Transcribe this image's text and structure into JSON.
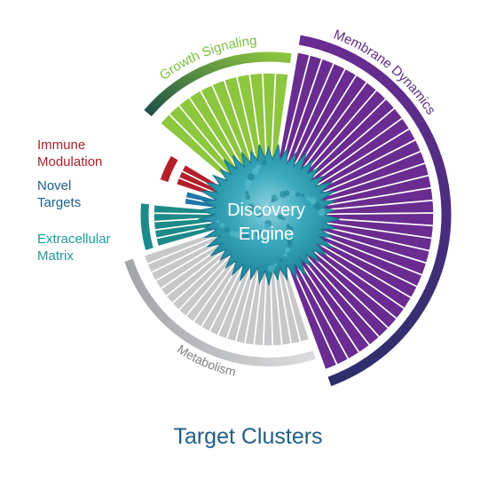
{
  "diagram": {
    "center_lines": [
      "Discovery",
      "Engine"
    ],
    "caption": "Target Clusters",
    "clusters": [
      {
        "name": "Growth Signaling",
        "lines": [
          "Growth Signaling"
        ],
        "color": "#8dc63f",
        "arc_color": "#1f5d4a",
        "arc_color_end": "#8dc63f",
        "count": 11,
        "label_color": "#7cbf3a"
      },
      {
        "name": "Membrane Dynamics",
        "lines": [
          "Membrane Dynamics"
        ],
        "color": "#6a2c91",
        "arc_color": "#6a2c91",
        "arc_color_end": "#2c2e6b",
        "count": 34,
        "label_color": "#5b2a86"
      },
      {
        "name": "Metabolism",
        "lines": [
          "Metabolism"
        ],
        "color": "#c7c8ca",
        "arc_color": "#d9dadb",
        "arc_color_end": "#a7a9ac",
        "count": 22,
        "label_color": "#7f8083"
      },
      {
        "name": "Extracellular Matrix",
        "lines": [
          "Extracellular",
          "Matrix"
        ],
        "color": "#1d8a8a",
        "arc_color": "#1d8a8a",
        "arc_color_end": "#1d8a8a",
        "count": 5,
        "label_color": "#1d9a9a"
      },
      {
        "name": "Novel Targets",
        "lines": [
          "Novel",
          "Targets"
        ],
        "color": "#1f77a8",
        "arc_color": "#1f77a8",
        "arc_color_end": "#1f77a8",
        "count": 2,
        "label_color": "#1f5f86"
      },
      {
        "name": "Immune Modulation",
        "lines": [
          "Immune",
          "Modulation"
        ],
        "color": "#b3202a",
        "arc_color": "#b3202a",
        "arc_color_end": "#b3202a",
        "count": 3,
        "label_color": "#a8222b"
      }
    ]
  }
}
